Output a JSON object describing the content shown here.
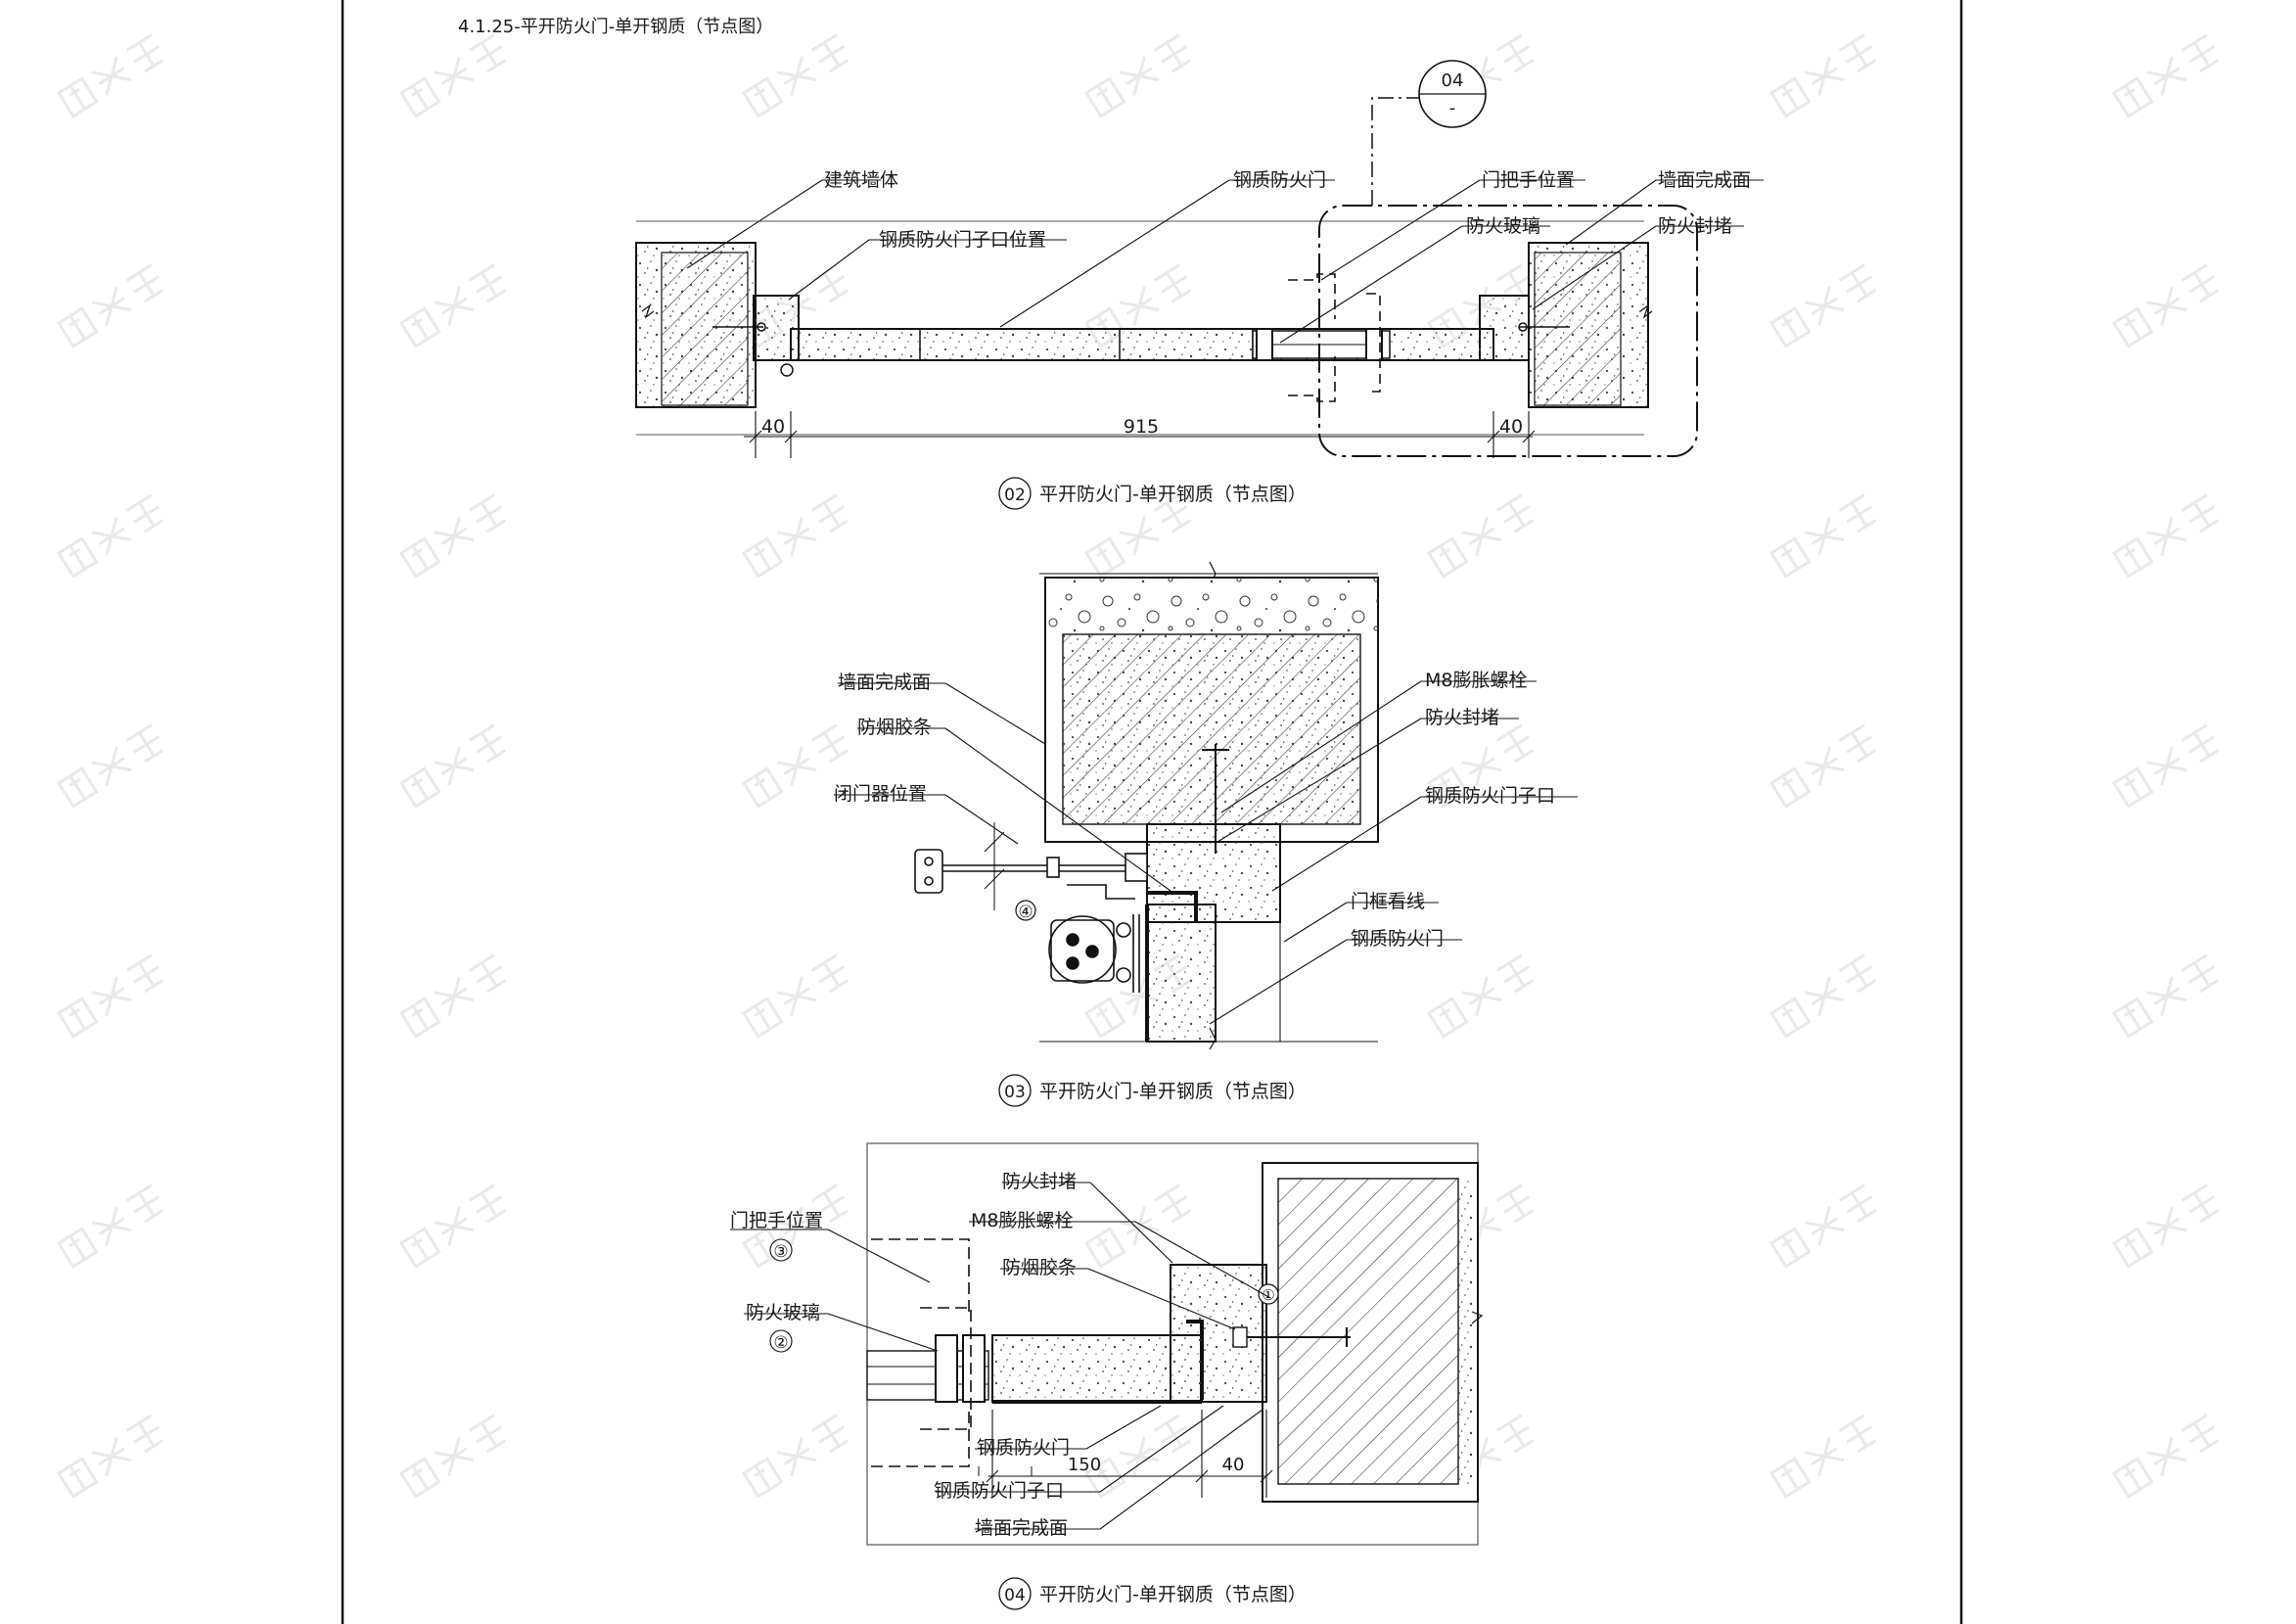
{
  "sheet": {
    "title": "4.1.25-平开防火门-单开钢质（节点图）"
  },
  "watermark": {
    "text": "知末网"
  },
  "detail02": {
    "title": "平开防火门-单开钢质（节点图）",
    "circle_num": "02",
    "callout": {
      "top": "04",
      "bottom": "-"
    },
    "labels": {
      "wall": "建筑墙体",
      "frame_pos": "钢质防火门子口位置",
      "door": "钢质防火门",
      "handle": "门把手位置",
      "glass": "防火玻璃",
      "finish": "墙面完成面",
      "seal": "防火封堵"
    },
    "dims": {
      "left": "40",
      "middle": "915",
      "right": "40"
    }
  },
  "detail03": {
    "title": "平开防火门-单开钢质（节点图）",
    "circle_num": "03",
    "labels": {
      "finish": "墙面完成面",
      "smoke_strip": "防烟胶条",
      "closer": "闭门器位置",
      "closer_ref": "④",
      "bolt": "M8膨胀螺栓",
      "seal": "防火封堵",
      "frame": "钢质防火门子口",
      "frame_line": "门框看线",
      "door": "钢质防火门"
    }
  },
  "detail04": {
    "title": "平开防火门-单开钢质（节点图）",
    "circle_num": "04",
    "labels": {
      "seal": "防火封堵",
      "bolt": "M8膨胀螺栓",
      "smoke_strip": "防烟胶条",
      "handle": "门把手位置",
      "handle_ref": "③",
      "glass": "防火玻璃",
      "glass_ref": "②",
      "door": "钢质防火门",
      "frame": "钢质防火门子口",
      "finish": "墙面完成面",
      "bolt_ref": "①"
    },
    "dims": {
      "a": "150",
      "b": "40"
    }
  }
}
